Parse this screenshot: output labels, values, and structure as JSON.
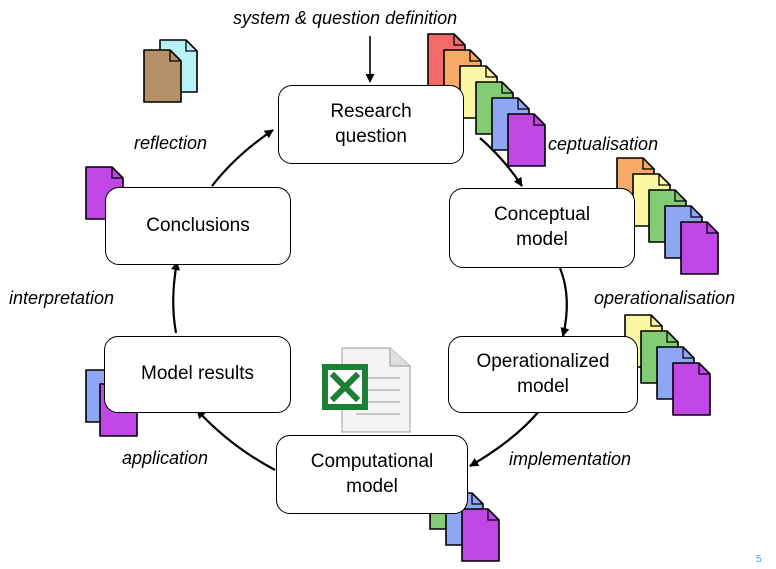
{
  "nodes": {
    "research_question": "Research\nquestion",
    "conceptual_model": "Conceptual\nmodel",
    "operationalized_model": "Operationalized\nmodel",
    "computational_model": "Computational\nmodel",
    "model_results": "Model results",
    "conclusions": "Conclusions"
  },
  "edges": {
    "input": "system & question definition",
    "conceptualisation": "ceptualisation",
    "operationalisation": "operationalisation",
    "implementation": "implementation",
    "application": "application",
    "interpretation": "interpretation",
    "reflection": "reflection"
  },
  "doc_colors": {
    "red": "#f46a6a",
    "orange": "#f7a968",
    "yellow": "#fbf7a3",
    "green": "#84cc74",
    "blue": "#8fa6f4",
    "purple": "#c146e6",
    "brown": "#b5916a",
    "cyan": "#b9f2f6"
  },
  "icons": {
    "documents": "document-stack-icon",
    "spreadsheet": "excel-icon"
  },
  "page_number": "5"
}
